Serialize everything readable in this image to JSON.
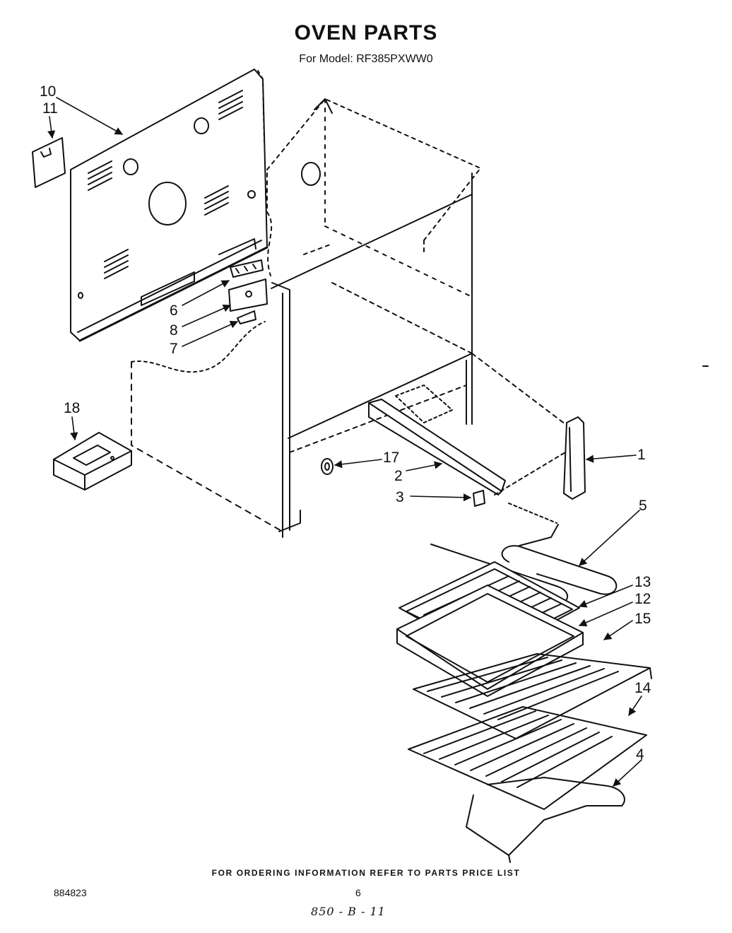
{
  "title": "OVEN PARTS",
  "subtitle": "For Model: RF385PXWW0",
  "callouts": {
    "p1": "1",
    "p2": "2",
    "p3": "3",
    "p4": "4",
    "p5": "5",
    "p6": "6",
    "p7": "7",
    "p8": "8",
    "p10": "10",
    "p11": "11",
    "p12": "12",
    "p13": "13",
    "p14": "14",
    "p15": "15",
    "p17": "17",
    "p18": "18"
  },
  "footer": "FOR ORDERING INFORMATION REFER TO PARTS PRICE LIST",
  "doc_number": "884823",
  "page_number": "6",
  "handwritten_note": "850 - B - 11"
}
